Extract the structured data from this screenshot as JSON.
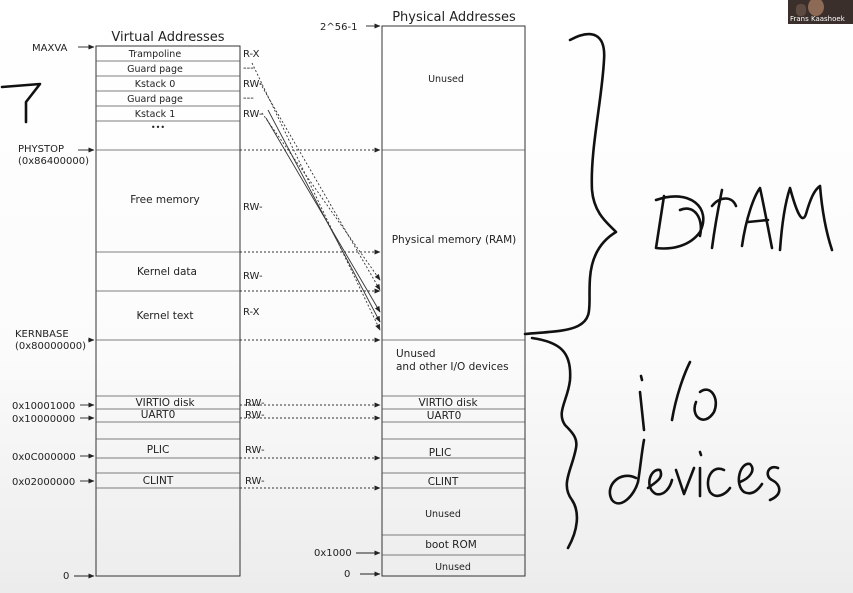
{
  "virtual": {
    "title": "Virtual Addresses",
    "blocks": [
      "Trampoline",
      "Guard page",
      "Kstack 0",
      "Guard page",
      "Kstack 1",
      "Free memory",
      "Kernel data",
      "Kernel text",
      "VIRTIO disk",
      "UART0",
      "PLIC",
      "CLINT"
    ],
    "ellipsis": "•••",
    "perms": [
      "R-X",
      "---",
      "RW-",
      "---",
      "RW-",
      "RW-",
      "RW-",
      "R-X",
      "RW-",
      "RW-",
      "RW-",
      "RW-"
    ],
    "addresses": [
      "MAXVA",
      "PHYSTOP",
      "(0x86400000)",
      "KERNBASE",
      "(0x80000000)",
      "0x10001000",
      "0x10000000",
      "0x0C000000",
      "0x02000000",
      "0"
    ]
  },
  "physical": {
    "title": "Physical Addresses",
    "blocks": [
      "Unused",
      "Physical memory (RAM)",
      "Unused",
      "and other I/O devices",
      "VIRTIO disk",
      "UART0",
      "PLIC",
      "CLINT",
      "Unused",
      "boot ROM",
      "Unused"
    ],
    "addresses": [
      "2^56-1",
      "0x1000",
      "0"
    ]
  },
  "annotations": {
    "ram": "DRAM",
    "io": "I/O devices"
  },
  "webcam": {
    "name": "Frans Kaashoek"
  }
}
